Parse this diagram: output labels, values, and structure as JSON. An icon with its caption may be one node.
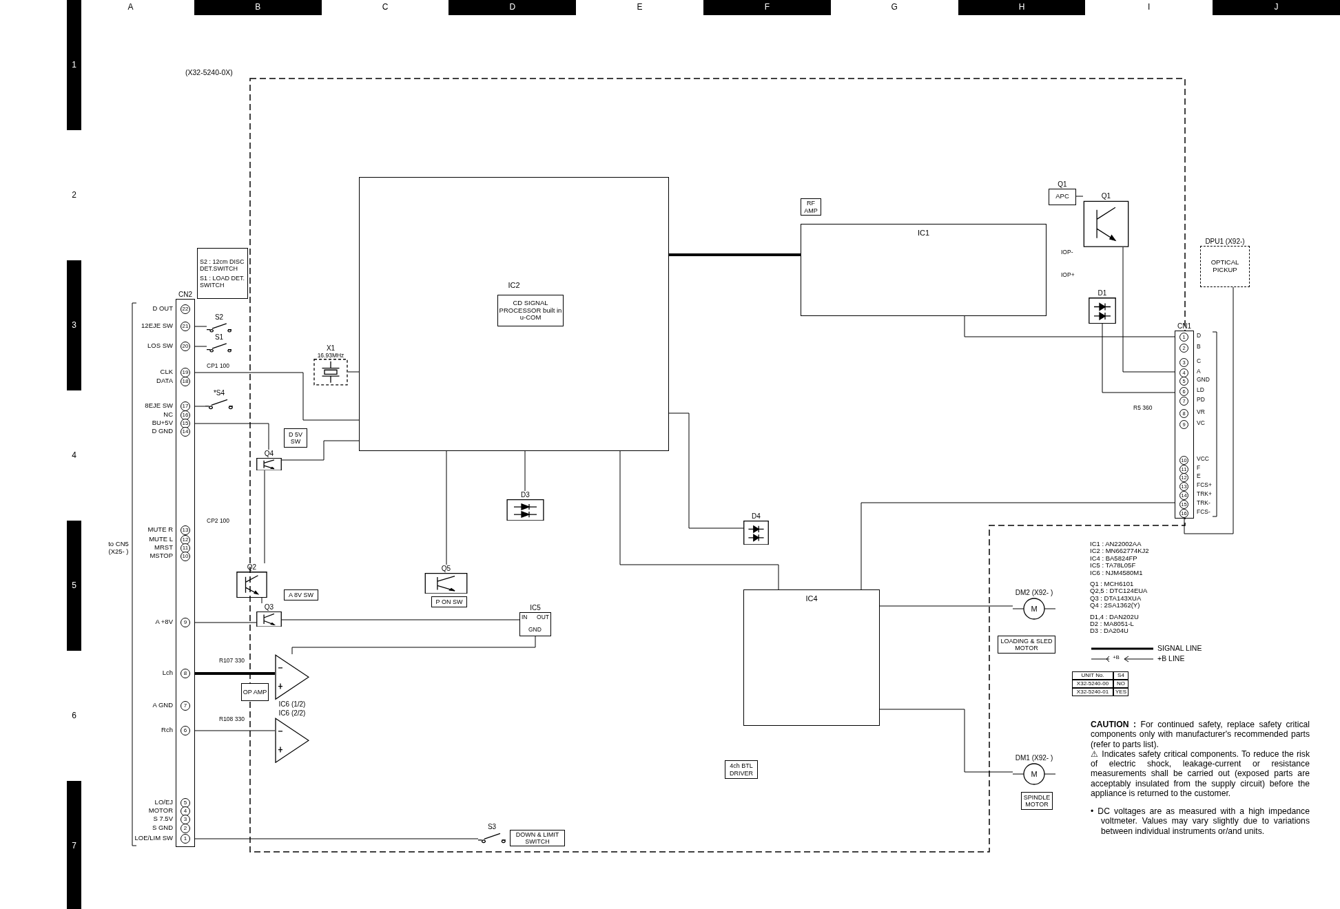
{
  "diagram": {
    "nodes": [
      {
        "text": [
          "CN2"
        ]
      },
      {
        "text": [
          "IC2"
        ]
      },
      {
        "text": [
          "CD SIGNAL PROCESSOR built in u-COM"
        ],
        "in": 1
      },
      {
        "text": [
          "RF AMP"
        ]
      },
      {
        "text": [
          "IC1"
        ]
      },
      {
        "text": [
          "Q1",
          "APC"
        ]
      },
      {
        "text": [
          "Q1"
        ]
      },
      {
        "text": [
          "DPU1 (X92-)",
          "OPTICAL PICKUP"
        ]
      },
      {
        "text": [
          "CN1"
        ]
      },
      {
        "text": [
          "D1"
        ]
      },
      {
        "text": [
          "X1",
          "16.93MHz"
        ]
      },
      {
        "text": [
          "D3"
        ]
      },
      {
        "text": [
          "D4"
        ]
      },
      {
        "text": [
          "Q4"
        ]
      },
      {
        "text": [
          "D 5V SW"
        ]
      },
      {
        "text": [
          "Q2"
        ]
      },
      {
        "text": [
          "Q3"
        ]
      },
      {
        "text": [
          "A 8V SW"
        ]
      },
      {
        "text": [
          "Q5"
        ]
      },
      {
        "text": [
          "P ON SW"
        ]
      },
      {
        "text": [
          "IC5",
          "IN",
          "OUT",
          "GND"
        ]
      },
      {
        "text": [
          "IC6 (1/2)"
        ]
      },
      {
        "text": [
          "IC6 (2/2)"
        ]
      },
      {
        "text": [
          "OP AMP"
        ]
      },
      {
        "text": [
          "IC4"
        ]
      },
      {
        "text": [
          "4ch BTL DRIVER"
        ]
      },
      {
        "text": [
          "DM2 (X92- )",
          "M"
        ]
      },
      {
        "text": [
          "LOADING & SLED MOTOR"
        ]
      },
      {
        "text": [
          "DM1 (X92- )",
          "M"
        ]
      },
      {
        "text": [
          "SPINDLE MOTOR"
        ]
      },
      {
        "text": [
          "S1"
        ]
      },
      {
        "text": [
          "S2"
        ]
      },
      {
        "text": [
          "*S4"
        ]
      },
      {
        "text": [
          "S3"
        ]
      },
      {
        "text": [
          "DOWN & LIMIT SWITCH"
        ]
      },
      {
        "text": [
          "S2 : 12cm DISC DET.SWITCH",
          "S1 : LOAD DET. SWITCH"
        ]
      }
    ],
    "edges": [
      {
        "from": 0,
        "to": 31,
        "arrow": "none"
      },
      {
        "from": 0,
        "to": 30,
        "arrow": "none"
      },
      {
        "from": 0,
        "to": 32,
        "arrow": "none"
      },
      {
        "from": 0,
        "to": 1,
        "arrow": "none"
      },
      {
        "from": 10,
        "to": 1,
        "arrow": "none"
      },
      {
        "from": 13,
        "to": 1,
        "arrow": "none"
      },
      {
        "from": 0,
        "to": 16,
        "arrow": "none"
      },
      {
        "from": 15,
        "to": 16,
        "arrow": "none"
      },
      {
        "from": 16,
        "to": 20,
        "arrow": "none"
      },
      {
        "from": 0,
        "to": 21,
        "arrow": "none",
        "style": "thick"
      },
      {
        "from": 0,
        "to": 22,
        "arrow": "none"
      },
      {
        "from": 20,
        "to": 21,
        "arrow": "none"
      },
      {
        "from": 18,
        "to": 1,
        "arrow": "none"
      },
      {
        "from": 11,
        "to": 1,
        "arrow": "none"
      },
      {
        "from": 12,
        "to": 1,
        "arrow": "none"
      },
      {
        "from": 1,
        "to": 4,
        "arrow": "none",
        "style": "thick"
      },
      {
        "from": 4,
        "to": 8,
        "arrow": "none"
      },
      {
        "from": 5,
        "to": 6,
        "arrow": "none"
      },
      {
        "from": 6,
        "to": 8,
        "arrow": "none"
      },
      {
        "from": 9,
        "to": 8,
        "arrow": "none"
      },
      {
        "from": 8,
        "to": 7,
        "arrow": "none"
      },
      {
        "from": 1,
        "to": 24,
        "arrow": "none"
      },
      {
        "from": 24,
        "to": 8,
        "arrow": "none"
      },
      {
        "from": 24,
        "to": 26,
        "arrow": "none"
      },
      {
        "from": 24,
        "to": 28,
        "arrow": "none"
      },
      {
        "from": 0,
        "to": 33,
        "arrow": "none"
      },
      {
        "from": 0,
        "to": 13,
        "arrow": "none"
      },
      {
        "from": 13,
        "to": 15,
        "arrow": "none"
      }
    ],
    "labels": [
      "A",
      "B",
      "C",
      "D",
      "E",
      "F",
      "G",
      "H",
      "I",
      "J",
      "1",
      "2",
      "3",
      "4",
      "5",
      "6",
      "7",
      "(X32-5240-0X)",
      "D OUT",
      "22",
      "12EJE SW",
      "21",
      "LOS SW",
      "20",
      "CLK",
      "19",
      "DATA",
      "18",
      "8EJE SW",
      "17",
      "NC",
      "16",
      "BU+5V",
      "15",
      "D GND",
      "14",
      "MUTE R",
      "13",
      "MUTE L",
      "12",
      "MRST",
      "11",
      "MSTOP",
      "10",
      "A +8V",
      "9",
      "Lch",
      "8",
      "A GND",
      "7",
      "Rch",
      "6",
      "LO/EJ",
      "5",
      "MOTOR",
      "4",
      "S 7.5V",
      "3",
      "S GND",
      "2",
      "LOE/LIM SW",
      "1",
      "to CN5 (X25- )",
      "1",
      "D",
      "2",
      "B",
      "3",
      "C",
      "4",
      "A",
      "5",
      "GND",
      "6",
      "LD",
      "7",
      "PD",
      "8",
      "VR",
      "9",
      "VC",
      "10",
      "VCC",
      "11",
      "F",
      "12",
      "E",
      "13",
      "FCS+",
      "14",
      "TRK+",
      "15",
      "TRK-",
      "16",
      "FCS-",
      "IC1 : AN22002AA",
      "IC2 : MN662774KJ2",
      "IC4 : BA5824FP",
      "IC5 : TA78L05F",
      "IC6 : NJM4580M1",
      "Q1 : MCH6101",
      "Q2,5 : DTC124EUA",
      "Q3 : DTA143XUA",
      "Q4 : 2SA1362(Y)",
      "D1,4 : DAN202U",
      "D2 : MA8051-L",
      "D3 : DA204U",
      "+B",
      "UNIT No.",
      "S4",
      "X32-5240-00",
      "NO",
      "X32-5240-01",
      "YES",
      "**CAUTION :** For continued safety, replace safety critical components only with manufacturer's recommended parts (refer to parts list).",
      "⚠ Indicates safety critical components. To reduce the risk of electric shock, leakage-current or resistance measurements shall be carried out (exposed parts are acceptably insulated from the supply circuit) before the appliance is returned to the customer.",
      "• DC voltages are as measured with a high impedance voltmeter. Values may vary slightly due to variations between individual instruments or/and units.",
      "CP1 100",
      "CP2 100",
      "R107 330",
      "R108 330",
      "R5 360",
      "IOP-",
      "IOP+"
    ],
    "legend": [
      {
        "text": "SIGNAL LINE"
      },
      {
        "text": "+B LINE"
      }
    ]
  }
}
